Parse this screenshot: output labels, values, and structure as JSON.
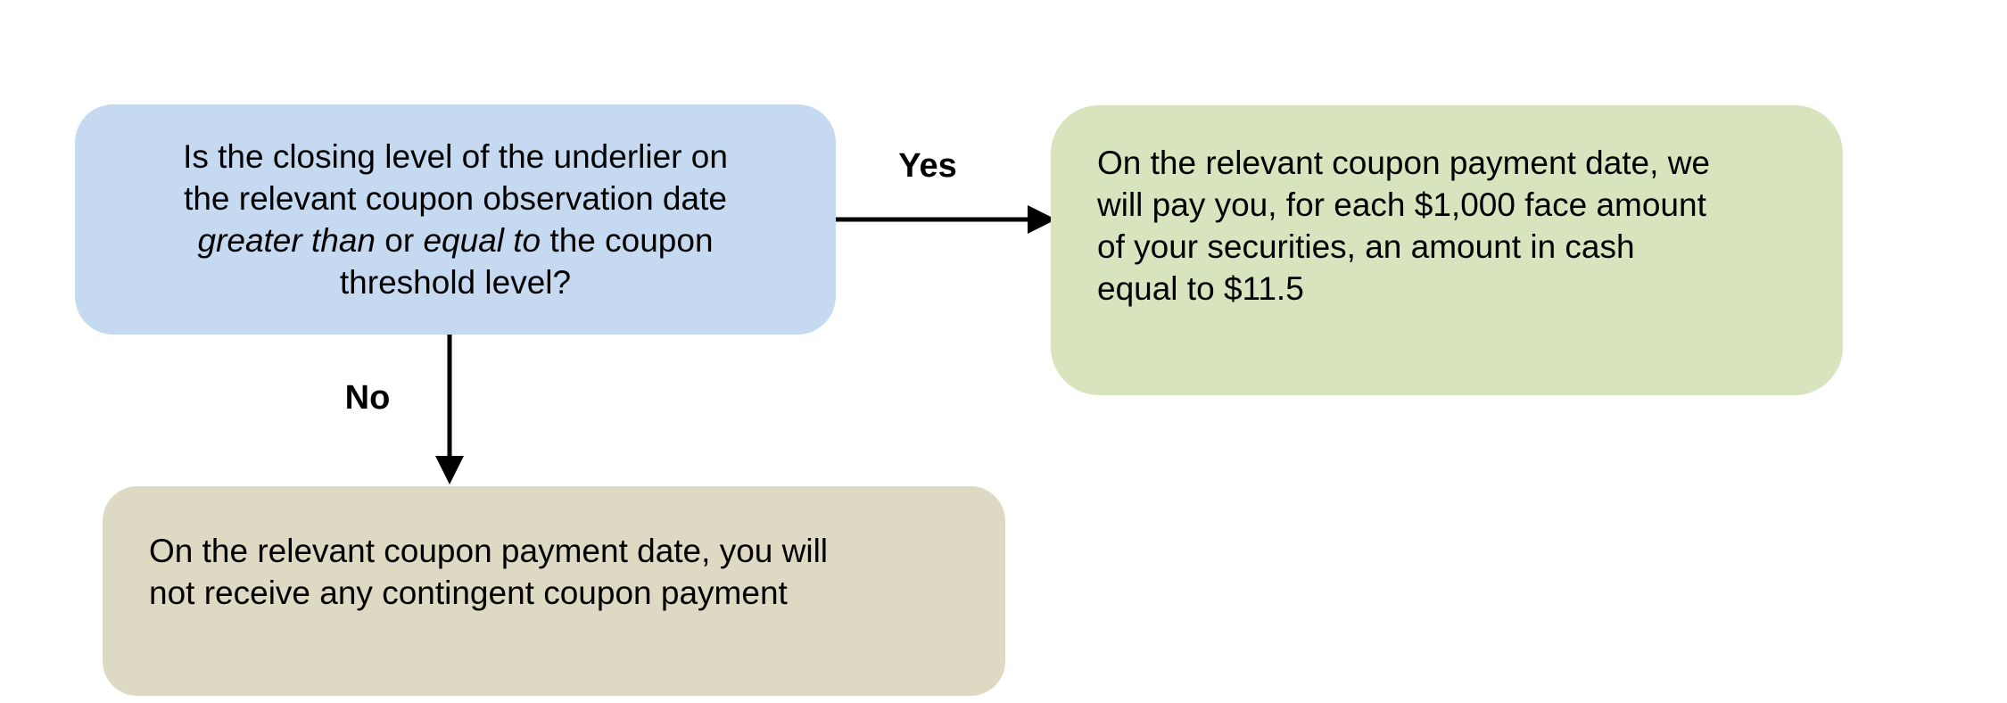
{
  "diagram": {
    "title": "contingent coupon payment decision flowchart",
    "colors": {
      "background": "#FFFFFF",
      "question_box_fill": "#C5D9F1",
      "yes_outcome_box_fill": "#D7E4BD",
      "no_outcome_box_fill": "#DDD9C3",
      "arrow": "#000000",
      "text": "#000000"
    },
    "question_box": {
      "line1": "Is the closing level of the underlier on",
      "line2": "the relevant coupon observation date",
      "line3_italic1": "greater than",
      "line3_mid": " or ",
      "line3_italic2": "equal to",
      "line3_rest": " the coupon",
      "line4": "threshold level?"
    },
    "yes_label": "Yes",
    "no_label": "No",
    "yes_outcome_box": {
      "line1": "On the relevant coupon payment date, we",
      "line2": "will pay you, for each $1,000 face amount",
      "line3": "of your securities, an amount in cash",
      "line4": "equal to $11.5"
    },
    "no_outcome_box": {
      "line1": "On the relevant coupon payment date, you will",
      "line2": "not receive any contingent coupon payment"
    }
  }
}
